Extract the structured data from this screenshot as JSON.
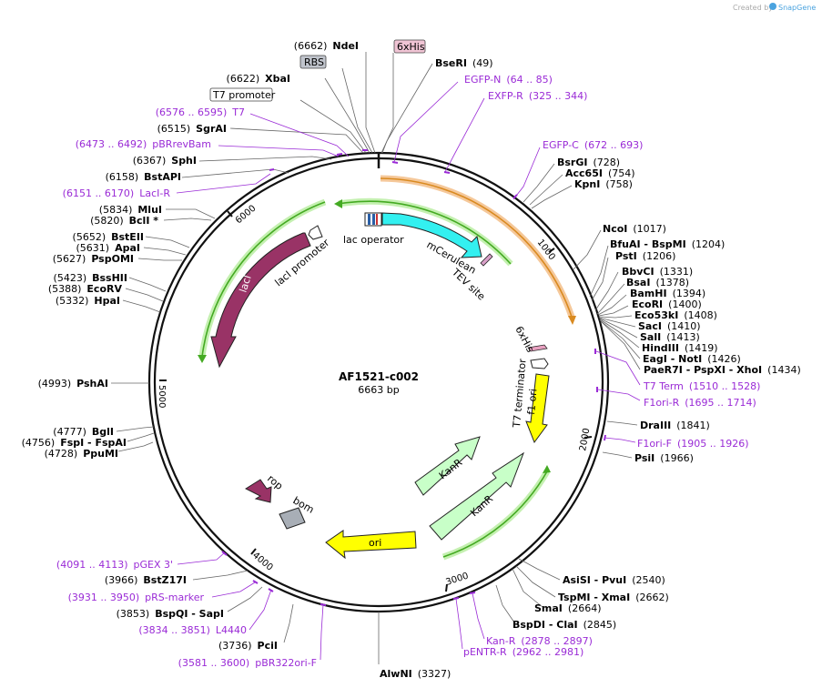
{
  "brand": {
    "created_by": "Created by",
    "name": "SnapGene"
  },
  "plasmid": {
    "name": "AF1521-c002",
    "length_label": "6663 bp",
    "length": 6663
  },
  "ticks": [
    {
      "label": "1000",
      "bp": 1000
    },
    {
      "label": "2000",
      "bp": 2000
    },
    {
      "label": "3000",
      "bp": 3000
    },
    {
      "label": "4000",
      "bp": 4000
    },
    {
      "label": "5000",
      "bp": 5000
    },
    {
      "label": "6000",
      "bp": 6000
    }
  ],
  "features": [
    {
      "name": "lac operator"
    },
    {
      "name": "mCerulean"
    },
    {
      "name": "TEV site"
    },
    {
      "name": "6xHis"
    },
    {
      "name": "T7 terminator"
    },
    {
      "name": "f1 ori"
    },
    {
      "name": "KanR"
    },
    {
      "name": "KanR"
    },
    {
      "name": "ori"
    },
    {
      "name": "bom"
    },
    {
      "name": "rop"
    },
    {
      "name": "lacI"
    },
    {
      "name": "lacI promoter"
    }
  ],
  "box_labels": [
    {
      "name": "RBS"
    },
    {
      "name": "6xHis"
    },
    {
      "name": "T7 promoter"
    }
  ],
  "sites": [
    {
      "name": "NdeI",
      "pos": "(6662)"
    },
    {
      "name": "XbaI",
      "pos": "(6622)"
    },
    {
      "name": "SgrAI",
      "pos": "(6515)"
    },
    {
      "name": "SphI",
      "pos": "(6367)"
    },
    {
      "name": "BstAPI",
      "pos": "(6158)"
    },
    {
      "name": "MluI",
      "pos": "(5834)"
    },
    {
      "name": "BclI *",
      "pos": "(5820)"
    },
    {
      "name": "BstEII",
      "pos": "(5652)"
    },
    {
      "name": "ApaI",
      "pos": "(5631)"
    },
    {
      "name": "PspOMI",
      "pos": "(5627)"
    },
    {
      "name": "BssHII",
      "pos": "(5423)"
    },
    {
      "name": "EcoRV",
      "pos": "(5388)"
    },
    {
      "name": "HpaI",
      "pos": "(5332)"
    },
    {
      "name": "PshAI",
      "pos": "(4993)"
    },
    {
      "name": "BglI",
      "pos": "(4777)"
    },
    {
      "name": "FspI - FspAI",
      "pos": "(4756)"
    },
    {
      "name": "PpuMI",
      "pos": "(4728)"
    },
    {
      "name": "BstZ17I",
      "pos": "(3966)"
    },
    {
      "name": "BspQI - SapI",
      "pos": "(3853)"
    },
    {
      "name": "PciI",
      "pos": "(3736)"
    },
    {
      "name": "AlwNI",
      "pos": "(3327)"
    },
    {
      "name": "BseRI",
      "pos": "(49)"
    },
    {
      "name": "BsrGI",
      "pos": "(728)"
    },
    {
      "name": "Acc65I",
      "pos": "(754)"
    },
    {
      "name": "KpnI",
      "pos": "(758)"
    },
    {
      "name": "NcoI",
      "pos": "(1017)"
    },
    {
      "name": "BfuAI - BspMI",
      "pos": "(1204)"
    },
    {
      "name": "PstI",
      "pos": "(1206)"
    },
    {
      "name": "BbvCI",
      "pos": "(1331)"
    },
    {
      "name": "BsaI",
      "pos": "(1378)"
    },
    {
      "name": "BamHI",
      "pos": "(1394)"
    },
    {
      "name": "EcoRI",
      "pos": "(1400)"
    },
    {
      "name": "Eco53kI",
      "pos": "(1408)"
    },
    {
      "name": "SacI",
      "pos": "(1410)"
    },
    {
      "name": "SalI",
      "pos": "(1413)"
    },
    {
      "name": "HindIII",
      "pos": "(1419)"
    },
    {
      "name": "EagI - NotI",
      "pos": "(1426)"
    },
    {
      "name": "PaeR7I - PspXI - XhoI",
      "pos": "(1434)"
    },
    {
      "name": "DraIII",
      "pos": "(1841)"
    },
    {
      "name": "PsiI",
      "pos": "(1966)"
    },
    {
      "name": "AsiSI - PvuI",
      "pos": "(2540)"
    },
    {
      "name": "TspMI - XmaI",
      "pos": "(2662)"
    },
    {
      "name": "SmaI",
      "pos": "(2664)"
    },
    {
      "name": "BspDI - ClaI",
      "pos": "(2845)"
    }
  ],
  "primers": [
    {
      "name": "T7",
      "range": "(6576 .. 6595)"
    },
    {
      "name": "pBRrevBam",
      "range": "(6473 .. 6492)"
    },
    {
      "name": "LacI-R",
      "range": "(6151 .. 6170)"
    },
    {
      "name": "EGFP-N",
      "range": "(64 .. 85)"
    },
    {
      "name": "EXFP-R",
      "range": "(325 .. 344)"
    },
    {
      "name": "EGFP-C",
      "range": "(672 .. 693)"
    },
    {
      "name": "T7 Term",
      "range": "(1510 .. 1528)"
    },
    {
      "name": "F1ori-R",
      "range": "(1695 .. 1714)"
    },
    {
      "name": "F1ori-F",
      "range": "(1905 .. 1926)"
    },
    {
      "name": "pGEX 3'",
      "range": "(4091 .. 4113)"
    },
    {
      "name": "pRS-marker",
      "range": "(3931 .. 3950)"
    },
    {
      "name": "L4440",
      "range": "(3834 .. 3851)"
    },
    {
      "name": "pBR322ori-F",
      "range": "(3581 .. 3600)"
    },
    {
      "name": "Kan-R",
      "range": "(2878 .. 2897)"
    },
    {
      "name": "pENTR-R",
      "range": "(2962 .. 2981)"
    }
  ],
  "colors": {
    "backbone": "#111111",
    "primer": "#9a2bd6",
    "orf_orange": "#f0a030",
    "orf_green": "#44aa22",
    "mcerulean": "#33f0f0",
    "kanr": "#c8ffc8",
    "f1ori": "#ffff00",
    "ori": "#ffff00",
    "laci": "#993366",
    "bom": "#a8aeb6"
  }
}
